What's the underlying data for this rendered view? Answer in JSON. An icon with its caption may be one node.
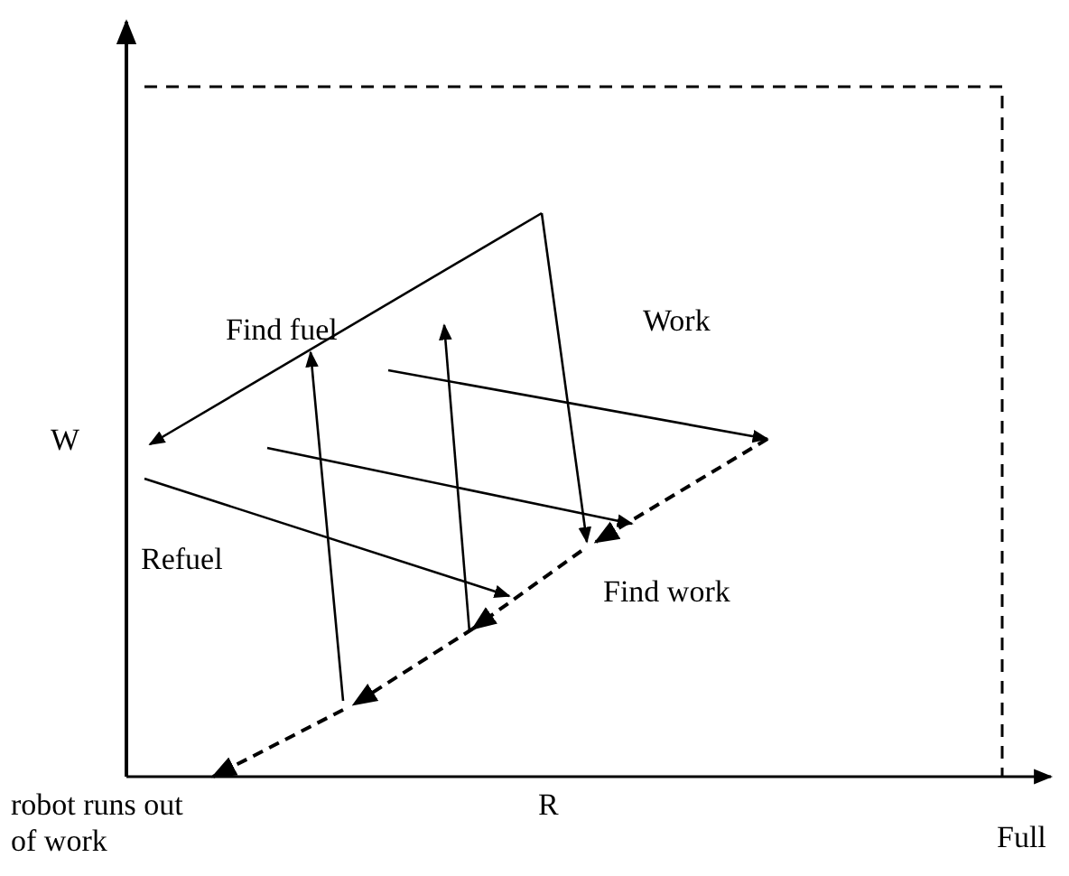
{
  "diagram": {
    "labels": [
      "Find fuel",
      "Work",
      "W",
      "Refuel",
      "Find work",
      "robot runs out of work",
      "R",
      "Full"
    ]
  }
}
